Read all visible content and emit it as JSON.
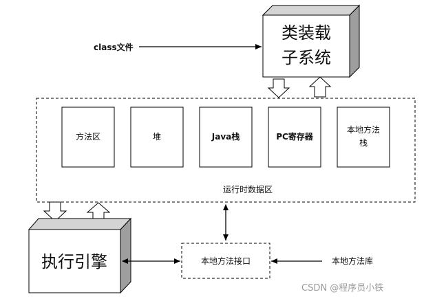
{
  "input": {
    "label": "class文件"
  },
  "class_loader": {
    "line1": "类装载",
    "line2": "子系统"
  },
  "runtime_area": {
    "label": "运行时数据区",
    "blocks": [
      {
        "label": "方法区"
      },
      {
        "label": "堆"
      },
      {
        "label": "Java栈"
      },
      {
        "label": "PC寄存器"
      },
      {
        "label1": "本地方法",
        "label2": "栈"
      }
    ]
  },
  "engine": {
    "label": "执行引擎"
  },
  "native_interface": {
    "label": "本地方法接口"
  },
  "native_library": {
    "label": "本地方法库"
  },
  "watermark": {
    "label": "CSDN @程序员小铁"
  }
}
